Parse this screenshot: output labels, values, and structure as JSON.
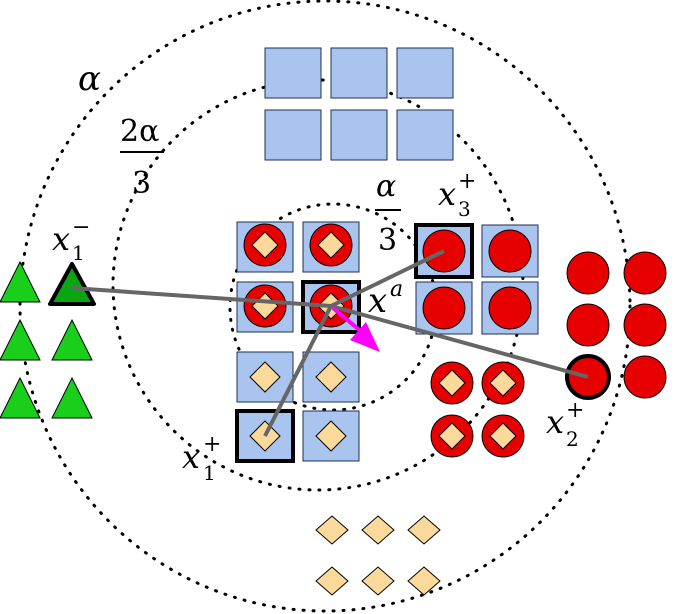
{
  "colors": {
    "background": "#ffffff",
    "square_fill": "#a9c4ef",
    "square_stroke": "#1f2f4f",
    "circle_fill": "#e60000",
    "diamond_fill": "#fbd99a",
    "triangle_fill": "#19cf1c",
    "dark_triangle_fill": "#0aa612",
    "line": "#666666",
    "arrow": "#ff00ff",
    "text": "#000000"
  },
  "labels": {
    "alpha": "α",
    "two_alpha_over_three_num": "2α",
    "two_alpha_over_three_den": "3",
    "alpha_over_three_num": "α",
    "alpha_over_three_den": "3",
    "x_anchor_base": "x",
    "x_anchor_sup": "a",
    "x1_minus_base": "x",
    "x1_minus_sub": "1",
    "x1_minus_sup": "−",
    "x1_plus_base": "x",
    "x1_plus_sub": "1",
    "x1_plus_sup": "+",
    "x2_plus_base": "x",
    "x2_plus_sub": "2",
    "x2_plus_sup": "+",
    "x3_plus_base": "x",
    "x3_plus_sub": "3",
    "x3_plus_sup": "+"
  },
  "icons": {
    "plain_square": "blue-square",
    "square_circle": "blue-square-red-circle",
    "square_circle_diamond": "blue-square-red-circle-diamond",
    "square_diamond": "blue-square-diamond",
    "circle": "red-circle",
    "circle_diamond": "red-circle-diamond",
    "diamond": "yellow-diamond",
    "triangle": "green-triangle"
  }
}
